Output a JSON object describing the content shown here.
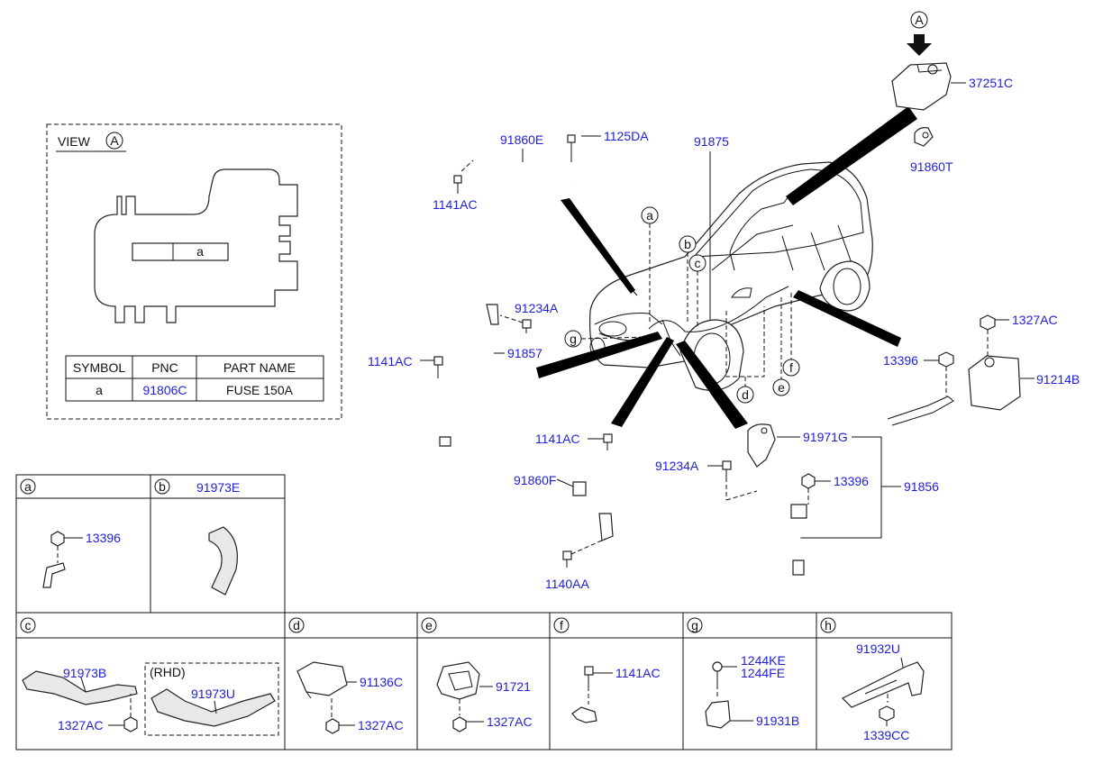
{
  "view": {
    "title": "VIEW",
    "marker": "A",
    "cell_label": "a",
    "table": {
      "headers": [
        "SYMBOL",
        "PNC",
        "PART NAME"
      ],
      "rows": [
        [
          "a",
          "91806C",
          "FUSE 150A"
        ]
      ]
    }
  },
  "callouts": {
    "top_marker": "A",
    "p37251C": "37251C",
    "p91860T": "91860T",
    "p91860E": "91860E",
    "p1125DA": "1125DA",
    "p1141AC_top": "1141AC",
    "p91875": "91875",
    "p91234A_left": "91234A",
    "p91857": "91857",
    "p1141AC_left": "1141AC",
    "p1327AC_right": "1327AC",
    "p13396_right": "13396",
    "p91214B": "91214B",
    "p1141AC_mid": "1141AC",
    "p91860F": "91860F",
    "p1140AA": "1140AA",
    "p91234A_mid": "91234A",
    "p91971G": "91971G",
    "p13396_mid": "13396",
    "p91856": "91856",
    "letters": [
      "a",
      "b",
      "c",
      "d",
      "e",
      "f",
      "g"
    ]
  },
  "details": {
    "a": {
      "letter": "a",
      "parts": [
        "13396"
      ]
    },
    "b": {
      "letter": "b",
      "header_part": "91973E"
    },
    "c": {
      "letter": "c",
      "parts": [
        "91973B",
        "1327AC",
        "91973U"
      ],
      "rhd": "(RHD)"
    },
    "d": {
      "letter": "d",
      "parts": [
        "91136C",
        "1327AC"
      ]
    },
    "e": {
      "letter": "e",
      "parts": [
        "91721",
        "1327AC"
      ]
    },
    "f": {
      "letter": "f",
      "parts": [
        "1141AC"
      ]
    },
    "g": {
      "letter": "g",
      "parts": [
        "1244KE",
        "1244FE",
        "91931B"
      ]
    },
    "h": {
      "letter": "h",
      "parts": [
        "91932U",
        "1339CC"
      ]
    }
  },
  "colors": {
    "part_number": "#1f1fd8",
    "line": "#111111"
  }
}
